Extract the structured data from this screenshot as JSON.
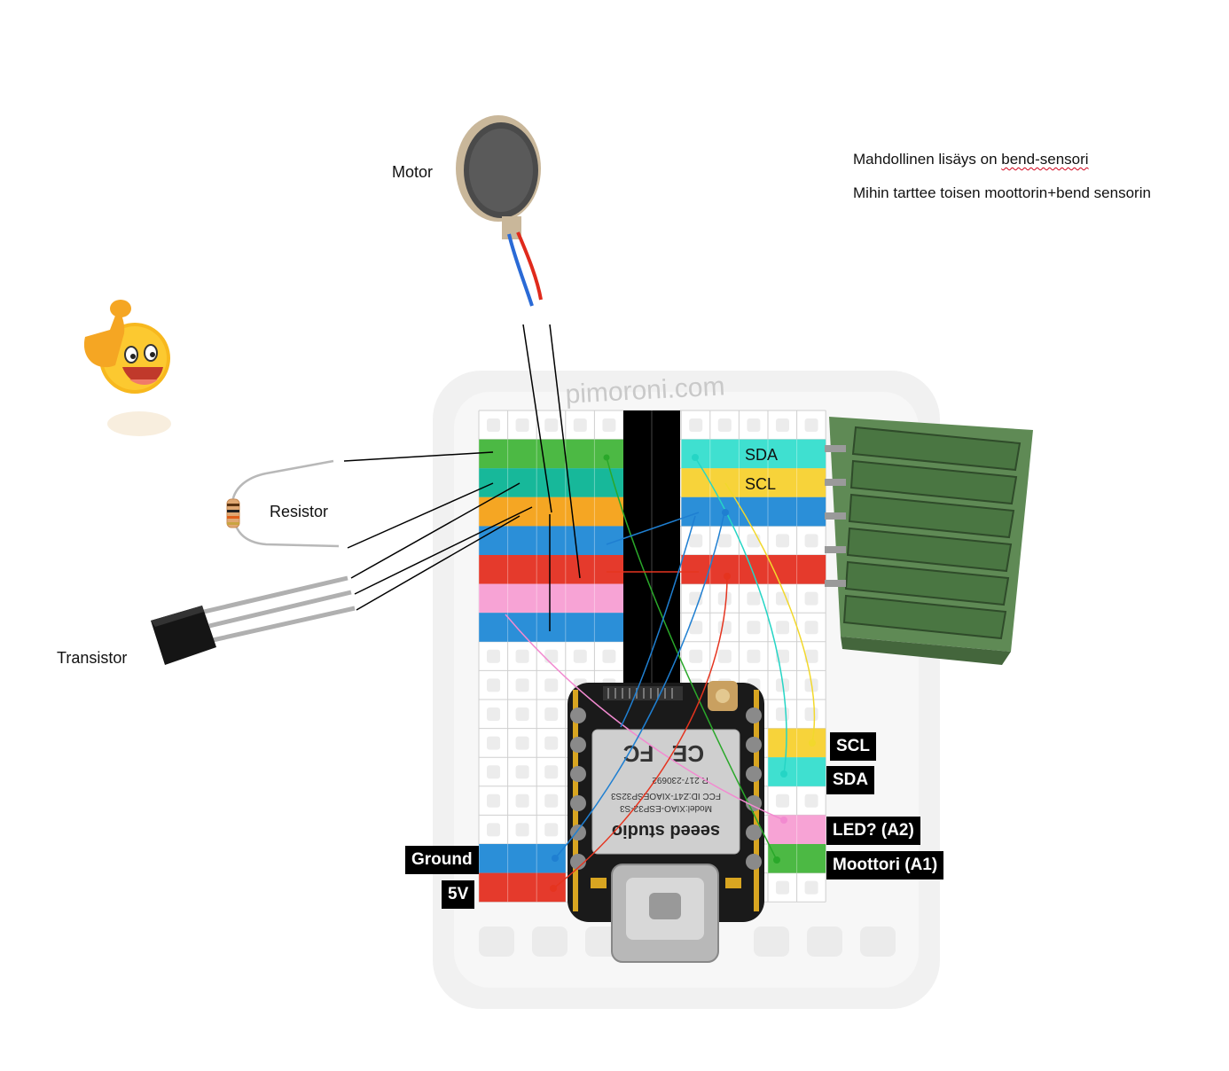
{
  "components": {
    "motor_label": "Motor",
    "resistor_label": "Resistor",
    "transistor_label": "Transistor"
  },
  "notes": {
    "line1_prefix": "Mahdollinen lisäys on ",
    "line1_underlined": "bend-sensori",
    "line2": "Mihin tarttee toisen moottorin+bend sensorin"
  },
  "breadboard": {
    "brand": "pimoroni.com",
    "row_sda": "SDA",
    "row_scl": "SCL"
  },
  "board": {
    "brand": "seeed studio",
    "model": "Model:XIAO-ESP32-S3",
    "fcc": "FCC ID:Z4T-XIAOESP32S3",
    "cert": "R 217-230692"
  },
  "pin_tags": {
    "scl": "SCL",
    "sda": "SDA",
    "led": "LED? (A2)",
    "motor": "Moottori (A1)",
    "ground": "Ground",
    "v5": "5V"
  },
  "colors": {
    "green": "#4cb944",
    "teal": "#17b89a",
    "orange": "#f5a623",
    "blue": "#2b8fd8",
    "red": "#e53a2c",
    "pink": "#f7a3d5",
    "cyan": "#3fe0d0",
    "yellow": "#f7d33a"
  },
  "icons": [
    "thumbs-up-smiley-icon",
    "motor-icon",
    "resistor-icon",
    "transistor-icon",
    "header-connector-icon"
  ]
}
